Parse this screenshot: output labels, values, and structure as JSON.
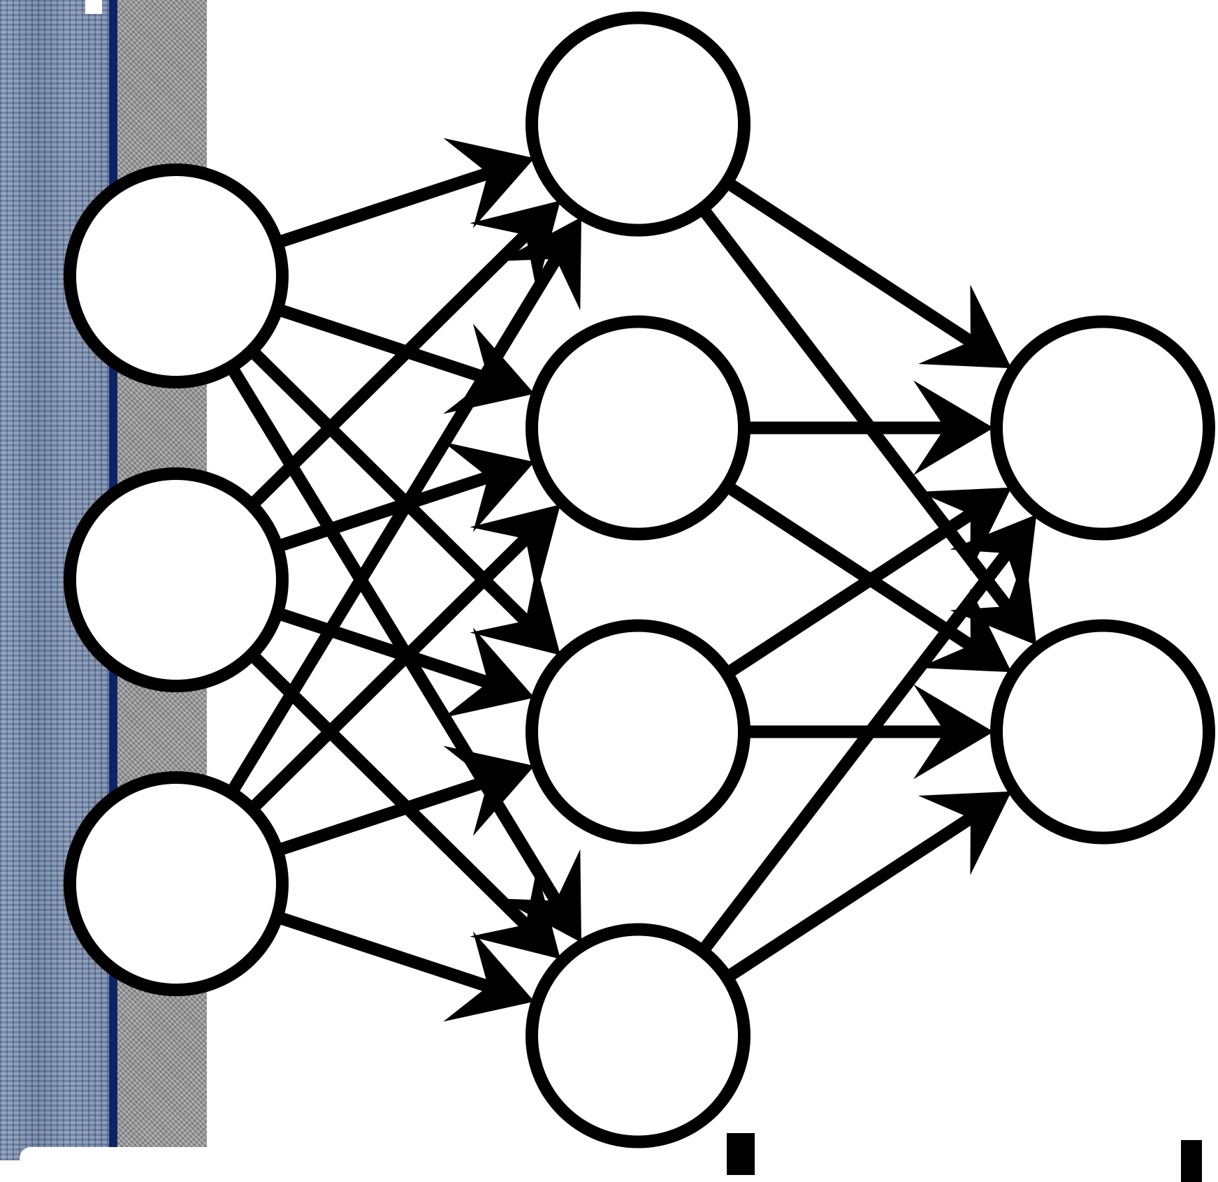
{
  "diagram": {
    "type": "feedforward-neural-network",
    "layers": [
      3,
      4,
      2
    ],
    "node_fill": "#ffffff",
    "stroke_color": "#000000"
  },
  "colors": {
    "background": "#ffffff",
    "left_panel": "#7a8ba8",
    "blue_line": "#0a2466",
    "gray_strip": "#9c9c9c"
  }
}
